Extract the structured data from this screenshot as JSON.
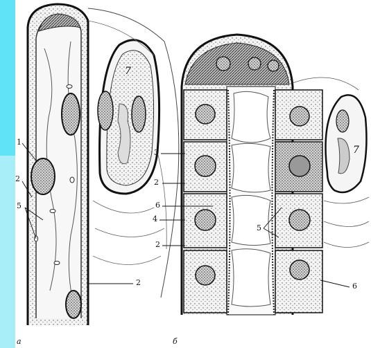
{
  "panels": [
    {
      "id": "a",
      "label": "а"
    },
    {
      "id": "b",
      "label": "б"
    }
  ],
  "labels_left": [
    "1",
    "2",
    "5",
    "2"
  ],
  "labels_right": [
    "3",
    "2",
    "6",
    "4",
    "2",
    "5",
    "6"
  ],
  "cell_labels": [
    "7",
    "7"
  ],
  "colors": {
    "background": "#5fe3f5",
    "figure": "#ffffff",
    "ink": "#111111"
  }
}
